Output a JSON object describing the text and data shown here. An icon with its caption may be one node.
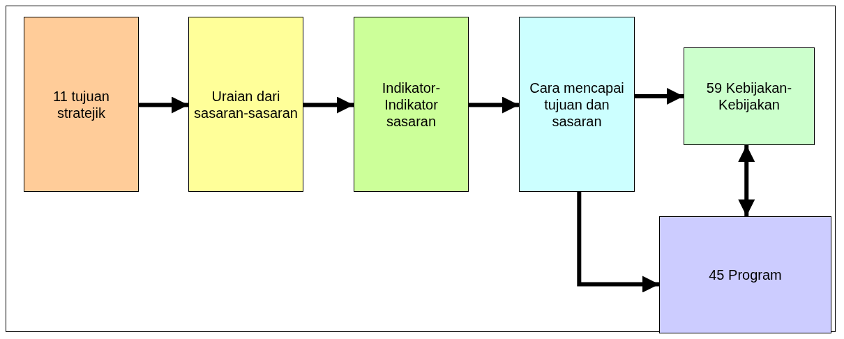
{
  "diagram": {
    "nodes": [
      {
        "text": [
          "11 tujuan stratejik"
        ]
      },
      {
        "text": [
          "Uraian dari sasaran-sasaran"
        ]
      },
      {
        "text": [
          "Indikator-Indikator sasaran"
        ]
      },
      {
        "text": [
          "Cara mencapai tujuan dan sasaran"
        ]
      },
      {
        "text": [
          "59 Kebijakan-Kebijakan"
        ]
      },
      {
        "text": [
          "45 Program"
        ]
      }
    ],
    "edges": [
      {
        "from": 0,
        "to": 1,
        "arrow": "to"
      },
      {
        "from": 1,
        "to": 2,
        "arrow": "to"
      },
      {
        "from": 2,
        "to": 3,
        "arrow": "to"
      },
      {
        "from": 3,
        "to": 4,
        "arrow": "to"
      },
      {
        "from": 3,
        "to": 5,
        "arrow": "to"
      },
      {
        "from": 4,
        "to": 5,
        "arrow": "both"
      }
    ]
  }
}
